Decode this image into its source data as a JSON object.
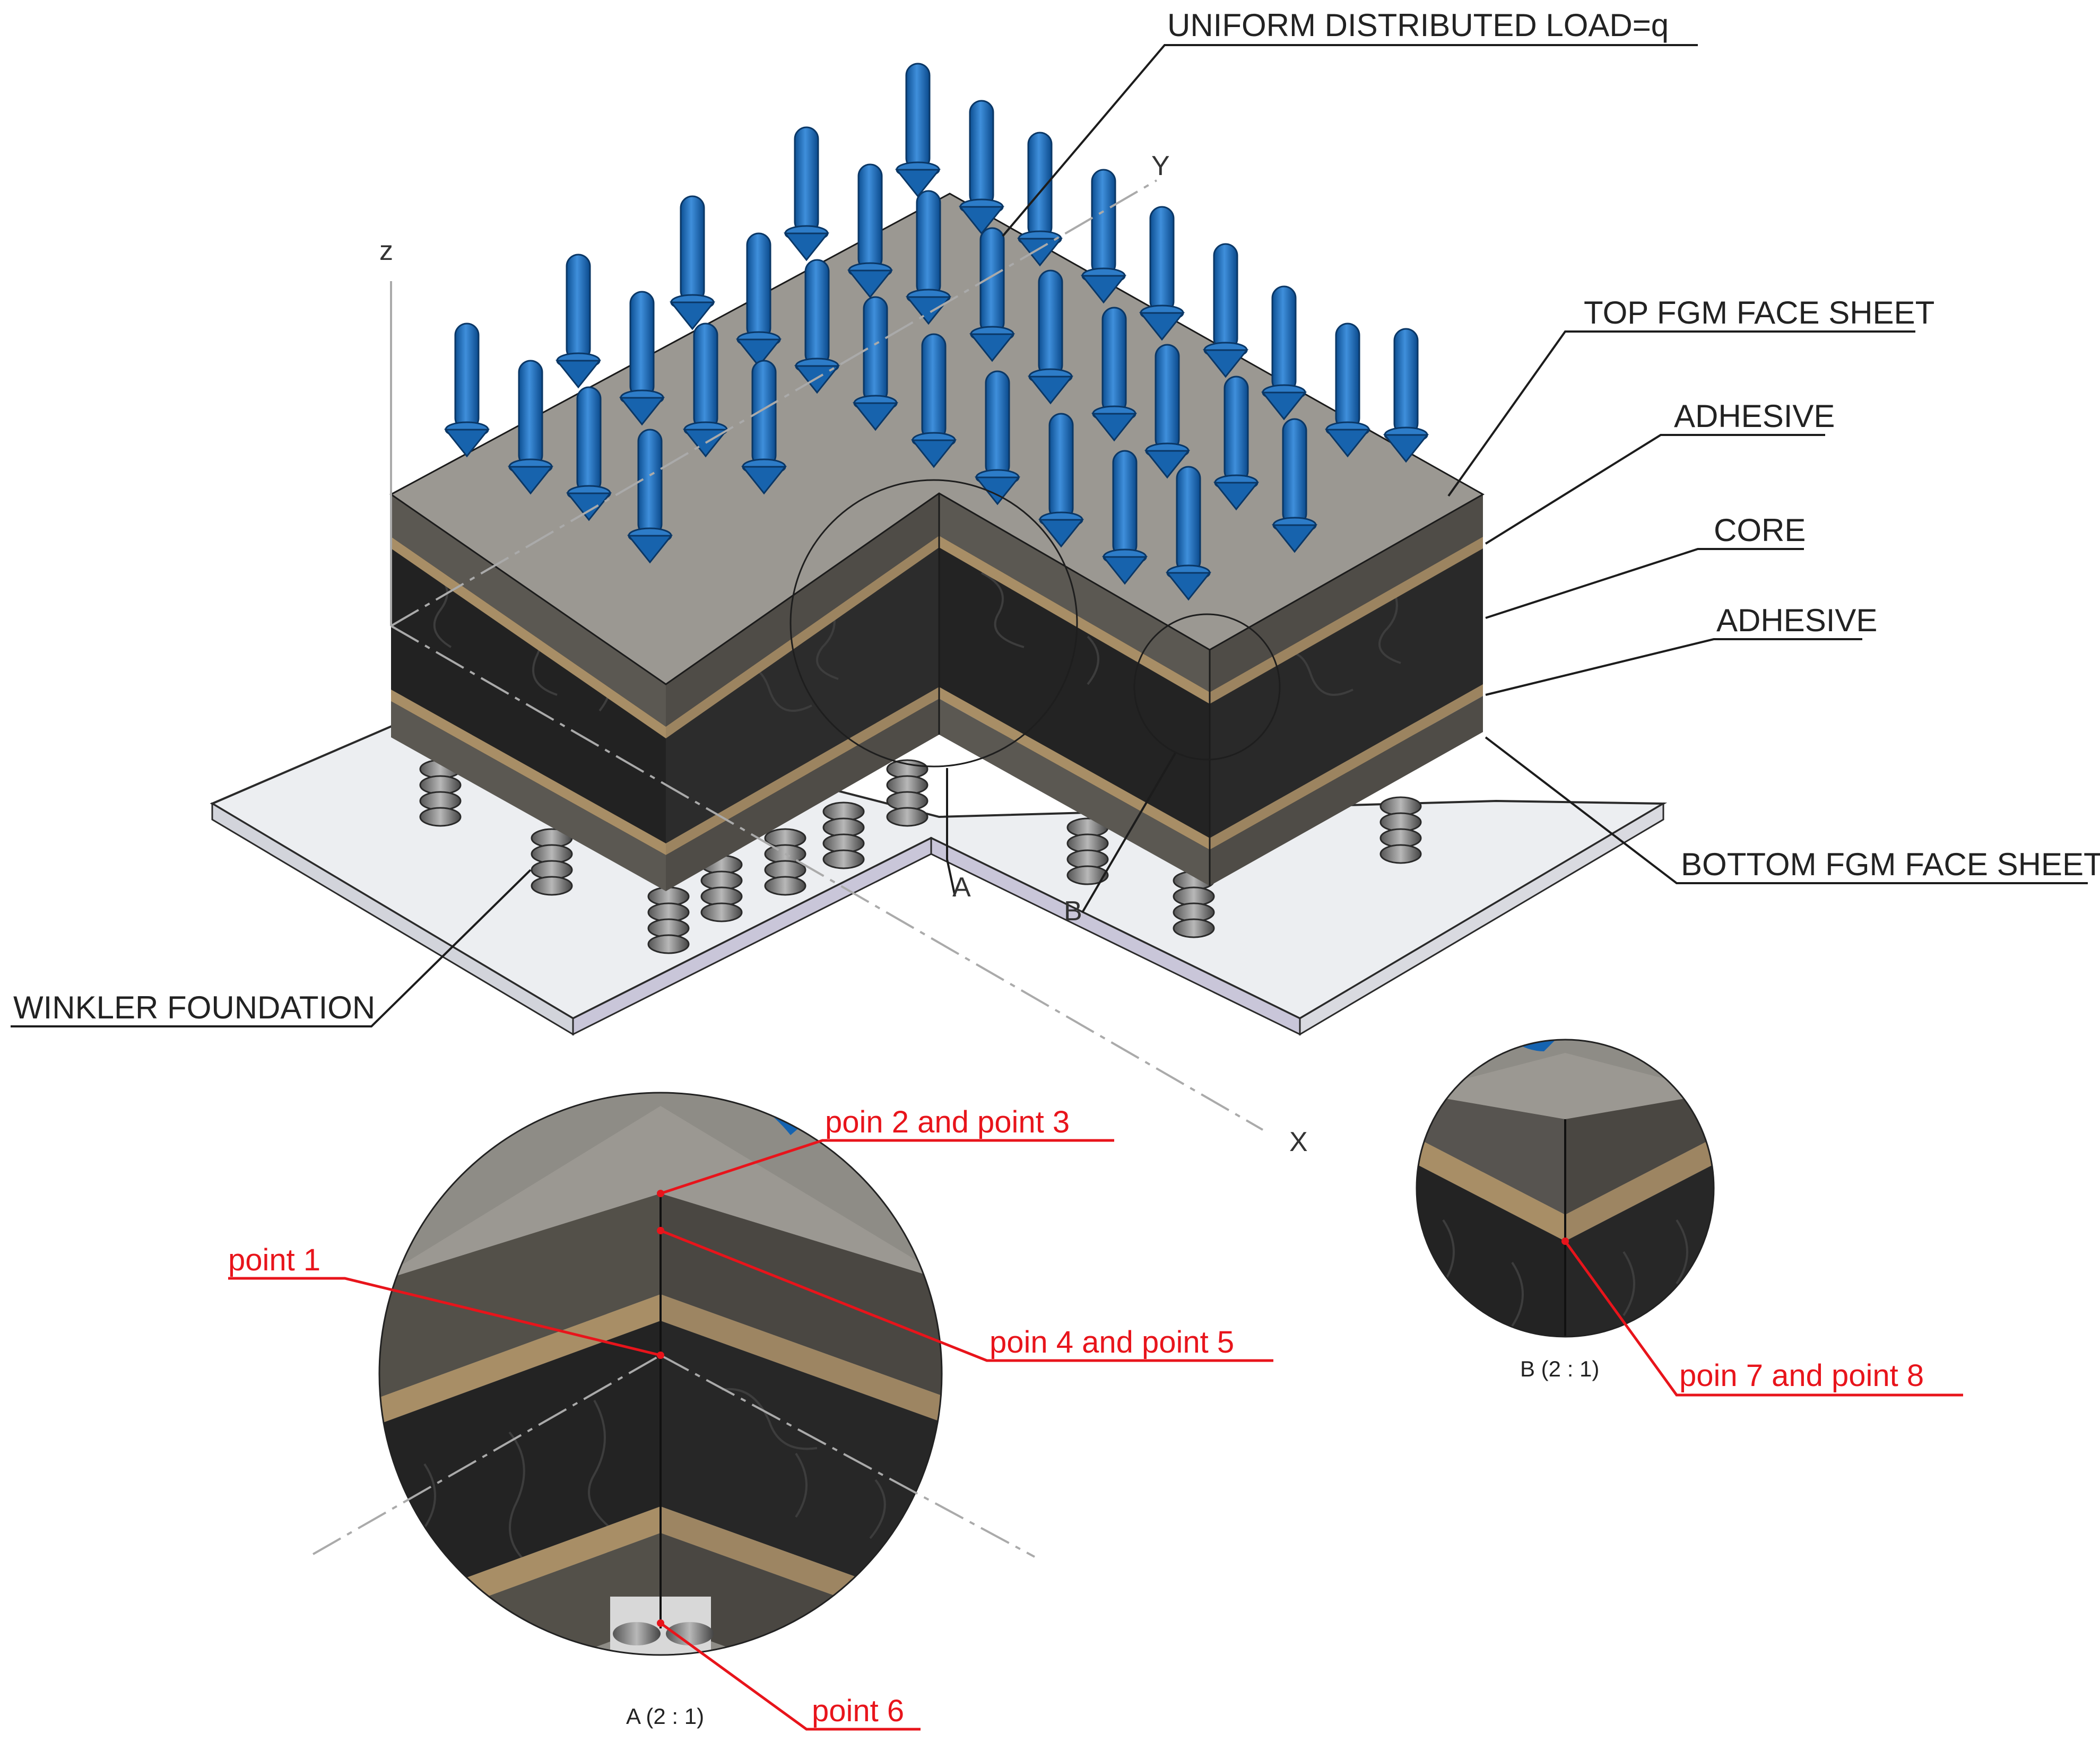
{
  "labels": {
    "load": "UNIFORM DISTRIBUTED LOAD=q",
    "top_face": "TOP FGM FACE SHEET",
    "adhesive_top": "ADHESIVE",
    "core": "CORE",
    "adhesive_bottom": "ADHESIVE",
    "bottom_face": "BOTTOM FGM FACE SHEET",
    "winkler": "WINKLER FOUNDATION"
  },
  "axes": {
    "x": "X",
    "y": "Y",
    "z": "z"
  },
  "section_marks": {
    "a": "A",
    "b": "B"
  },
  "detail_a": {
    "caption": "A (2 : 1)",
    "point1": "point 1",
    "point23": "poin 2 and point 3",
    "point45": "poin 4 and point 5",
    "point6": "point 6"
  },
  "detail_b": {
    "caption": "B (2 : 1)",
    "point78": "poin 7 and point 8"
  },
  "colors": {
    "top_face": "#9b9892",
    "face_side": "#56534e",
    "adhesive": "#a88e66",
    "core": "#232323",
    "load_arrow": "#1665b3",
    "foundation": "#e9ebef",
    "annotation_red": "#e8141b"
  }
}
